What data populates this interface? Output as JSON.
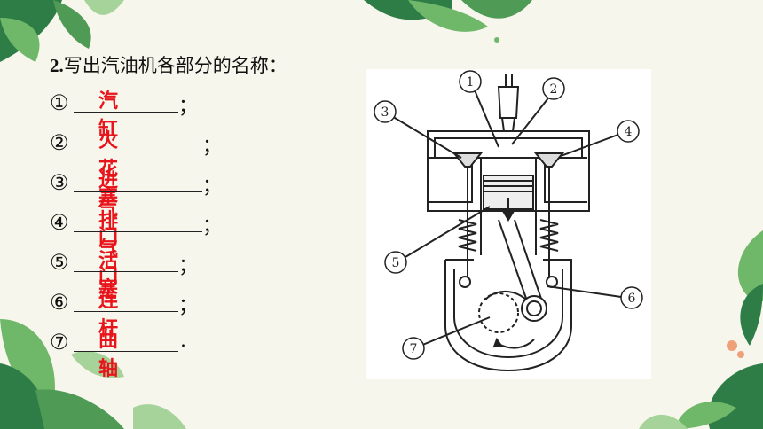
{
  "question": {
    "number": "2.",
    "text": "写出汽油机各部分的名称："
  },
  "answers": [
    {
      "marker": "①",
      "answer": "汽缸",
      "punct": "；"
    },
    {
      "marker": "②",
      "answer": "火花塞",
      "punct": "；"
    },
    {
      "marker": "③",
      "answer": "进气门",
      "punct": "；"
    },
    {
      "marker": "④",
      "answer": "排气门",
      "punct": "；"
    },
    {
      "marker": "⑤",
      "answer": "活塞",
      "punct": "；"
    },
    {
      "marker": "⑥",
      "answer": "连杆",
      "punct": "；"
    },
    {
      "marker": "⑦",
      "answer": "曲轴",
      "punct": "."
    }
  ],
  "diagram": {
    "labels": [
      "①",
      "②",
      "③",
      "④",
      "⑤",
      "⑥",
      "⑦"
    ]
  },
  "colors": {
    "answer": "#e8141b",
    "leaf_dark": "#1f6b3a",
    "leaf_light": "#6fb86a"
  }
}
